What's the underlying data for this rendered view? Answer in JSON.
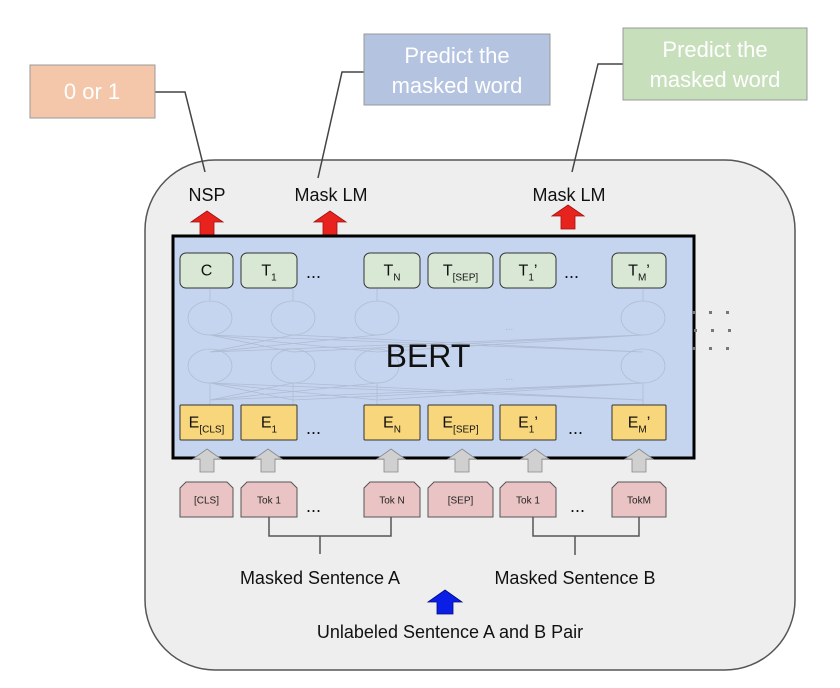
{
  "callouts": {
    "nsp_target": "0 or 1",
    "mlm_target_1": [
      "Predict the",
      "masked word"
    ],
    "mlm_target_2": [
      "Predict the",
      "masked word"
    ]
  },
  "heads": {
    "nsp": "NSP",
    "mlm_1": "Mask LM",
    "mlm_2": "Mask LM"
  },
  "model": {
    "name": "BERT",
    "ellipsis": "..."
  },
  "outputs": [
    {
      "main": "C",
      "sub": ""
    },
    {
      "main": "T",
      "sub": "1"
    },
    {
      "main": "T",
      "sub": "N"
    },
    {
      "main": "T",
      "sub": "[SEP]"
    },
    {
      "main": "T",
      "sub": "1",
      "prime": "’"
    },
    {
      "main": "T",
      "sub": "M",
      "prime": "’"
    }
  ],
  "embeddings": [
    {
      "main": "E",
      "sub": "[CLS]"
    },
    {
      "main": "E",
      "sub": "1"
    },
    {
      "main": "E",
      "sub": "N"
    },
    {
      "main": "E",
      "sub": "[SEP]"
    },
    {
      "main": "E",
      "sub": "1",
      "prime": "’"
    },
    {
      "main": "E",
      "sub": "M",
      "prime": "’"
    }
  ],
  "tokens": [
    "[CLS]",
    "Tok 1",
    "Tok N",
    "[SEP]",
    "Tok 1",
    "TokM"
  ],
  "sentences": {
    "a": "Masked Sentence A",
    "b": "Masked Sentence B",
    "input": "Unlabeled Sentence A and B Pair"
  },
  "colors": {
    "nsp_callout": "#f4c7aa",
    "mlm_callout_1": "#b4c3e0",
    "mlm_callout_2": "#c8dfbc",
    "bert_fill": "#c5d5ef",
    "output_fill": "#d9e8d5",
    "embedding_fill": "#f8d67b",
    "token_fill": "#eac4c4",
    "output_arrow": "#e8231e",
    "input_arrow": "#0a1ee6"
  }
}
